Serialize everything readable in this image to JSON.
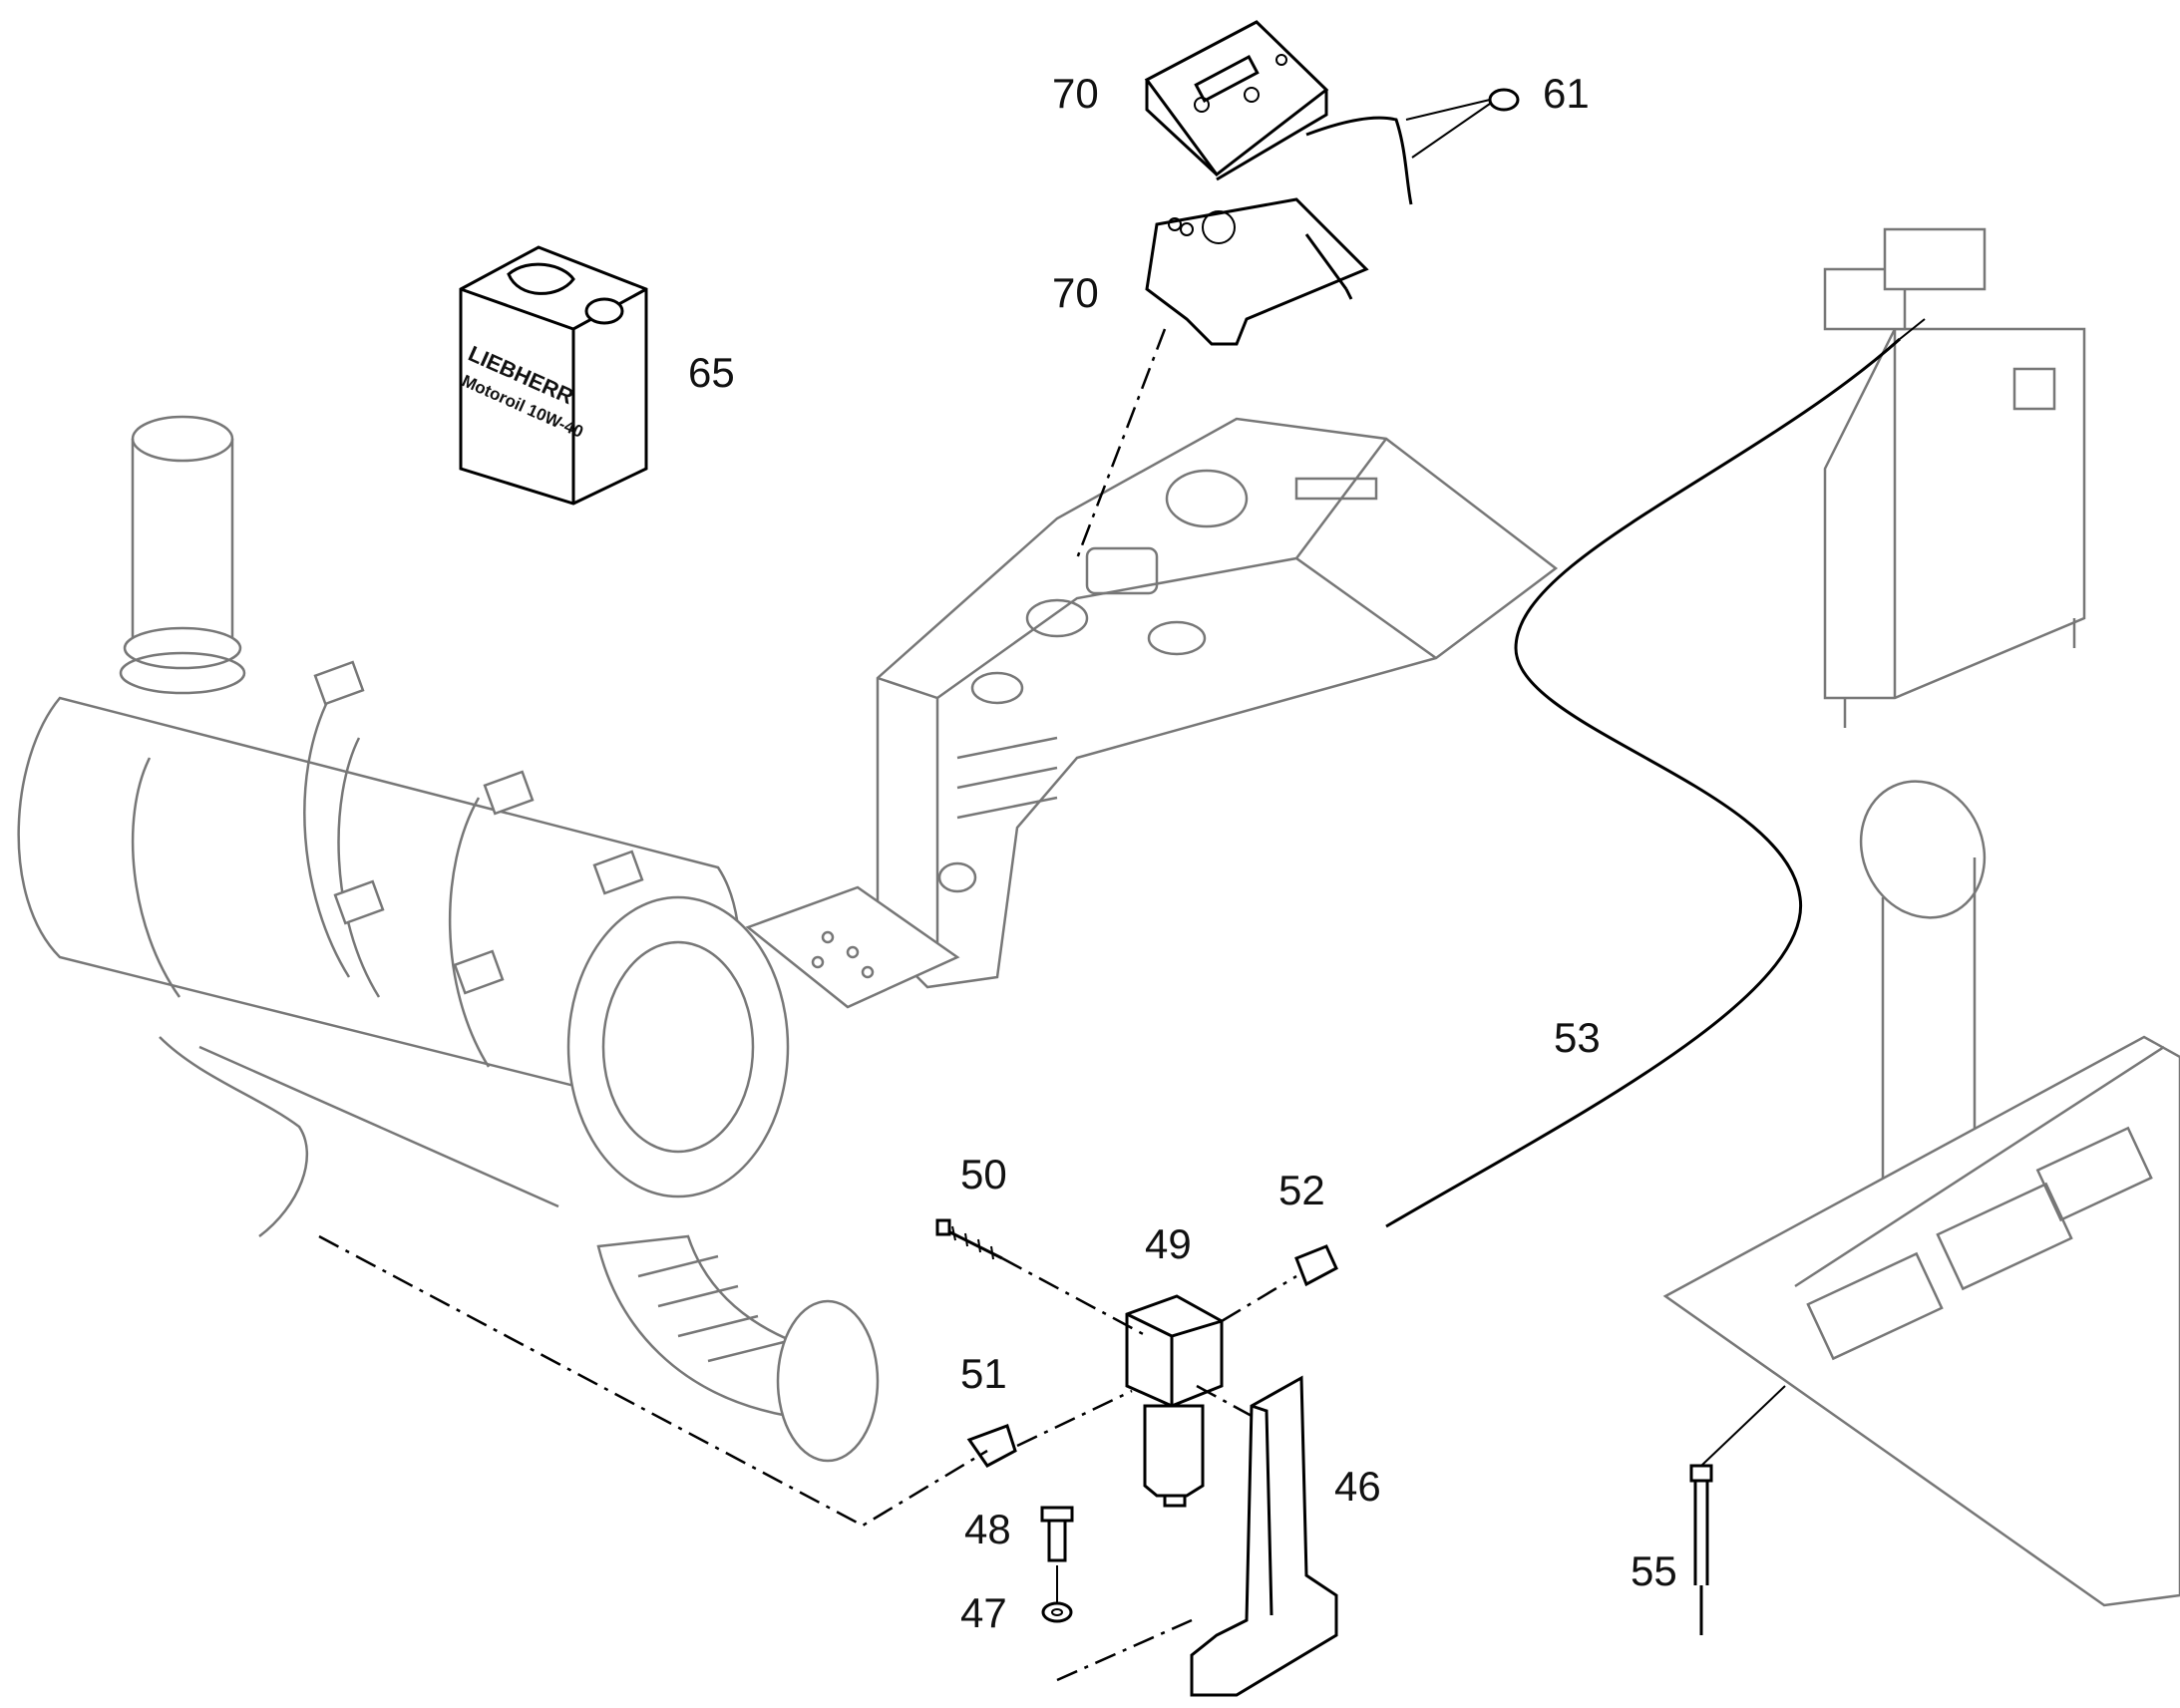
{
  "callouts": [
    {
      "id": "c70a",
      "text": "70"
    },
    {
      "id": "c61",
      "text": "61"
    },
    {
      "id": "c70b",
      "text": "70"
    },
    {
      "id": "c65",
      "text": "65"
    },
    {
      "id": "c53",
      "text": "53"
    },
    {
      "id": "c50",
      "text": "50"
    },
    {
      "id": "c52",
      "text": "52"
    },
    {
      "id": "c49",
      "text": "49"
    },
    {
      "id": "c51",
      "text": "51"
    },
    {
      "id": "c46",
      "text": "46"
    },
    {
      "id": "c48",
      "text": "48"
    },
    {
      "id": "c55",
      "text": "55"
    },
    {
      "id": "c47",
      "text": "47"
    }
  ],
  "canister": {
    "brand": "LIEBHERR",
    "product": "Motoroil 10W-40"
  }
}
